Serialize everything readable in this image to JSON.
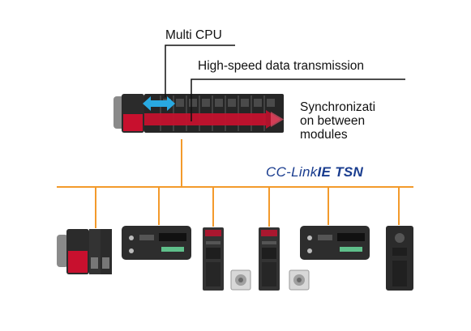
{
  "labels": {
    "multi_cpu": "Multi CPU",
    "high_speed": "High-speed data transmission",
    "synchronization": "Synchronizati\non between\nmodules"
  },
  "logo": {
    "part1": "CC-Link",
    "part2": "IE",
    "part3": " TSN"
  },
  "colors": {
    "network_line": "#f39a2b",
    "plc_red": "#c8102e",
    "arrow_blue": "#29a9e1",
    "logo_blue": "#1a3d8f",
    "module_dark": "#3a3a3a",
    "display_green": "#5fbf8a"
  }
}
